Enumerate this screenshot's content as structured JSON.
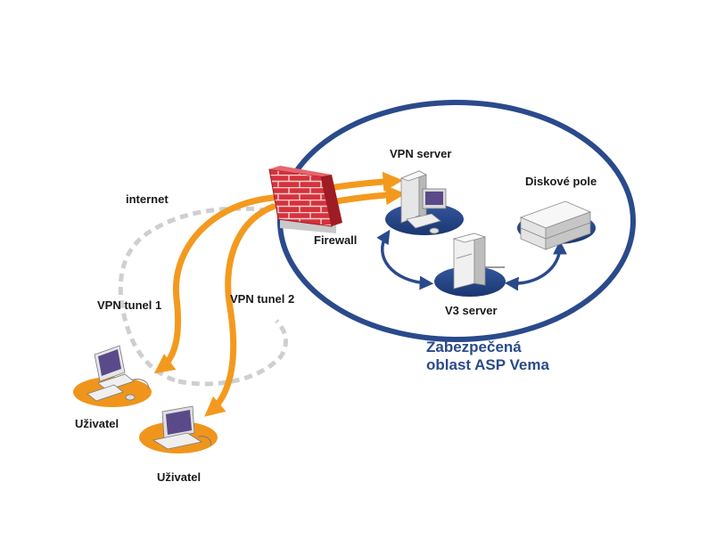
{
  "labels": {
    "vpn_server": "VPN server",
    "diskove_pole": "Diskové pole",
    "internet": "internet",
    "firewall": "Firewall",
    "v3_server": "V3 server",
    "vpn_tunel_1": "VPN tunel 1",
    "vpn_tunel_2": "VPN tunel 2",
    "zone_line1": "Zabezpečená",
    "zone_line2": "oblast ASP Vema",
    "user_1": "Uživatel",
    "user_2": "Uživatel"
  },
  "colors": {
    "zone_border": "#2a4a8c",
    "tunnel": "#f39a1e",
    "internet_dashes": "#cfcfcf",
    "platform_blue": "#1f3f86",
    "platform_orange": "#f0951c",
    "firewall_brick": "#d6323c"
  },
  "icons": [
    "firewall-icon",
    "desktop-computer-icon",
    "server-tower-icon",
    "disk-array-icon",
    "laptop-icon"
  ]
}
